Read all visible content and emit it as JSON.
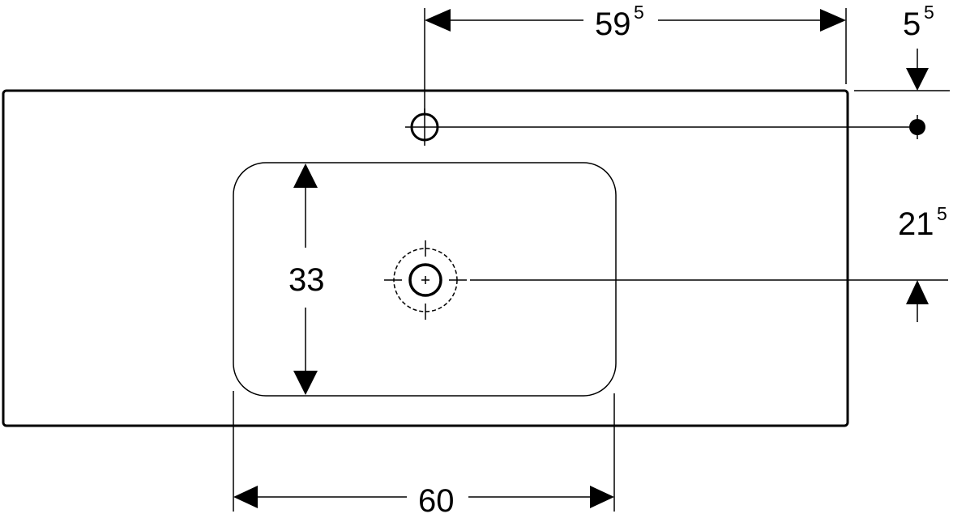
{
  "colors": {
    "line": "#000000",
    "background": "#ffffff"
  },
  "dimensions": {
    "tap_offset": {
      "main": "59",
      "sup": "5"
    },
    "edge_offset": {
      "main": "5",
      "sup": "5"
    },
    "drain_offset": {
      "main": "21",
      "sup": "5"
    },
    "basin_depth": {
      "main": "33"
    },
    "basin_width": {
      "main": "60"
    }
  },
  "icons": {
    "tap_hole": "tap-hole-crosshair-icon",
    "drain": "drain-crosshair-icon"
  }
}
